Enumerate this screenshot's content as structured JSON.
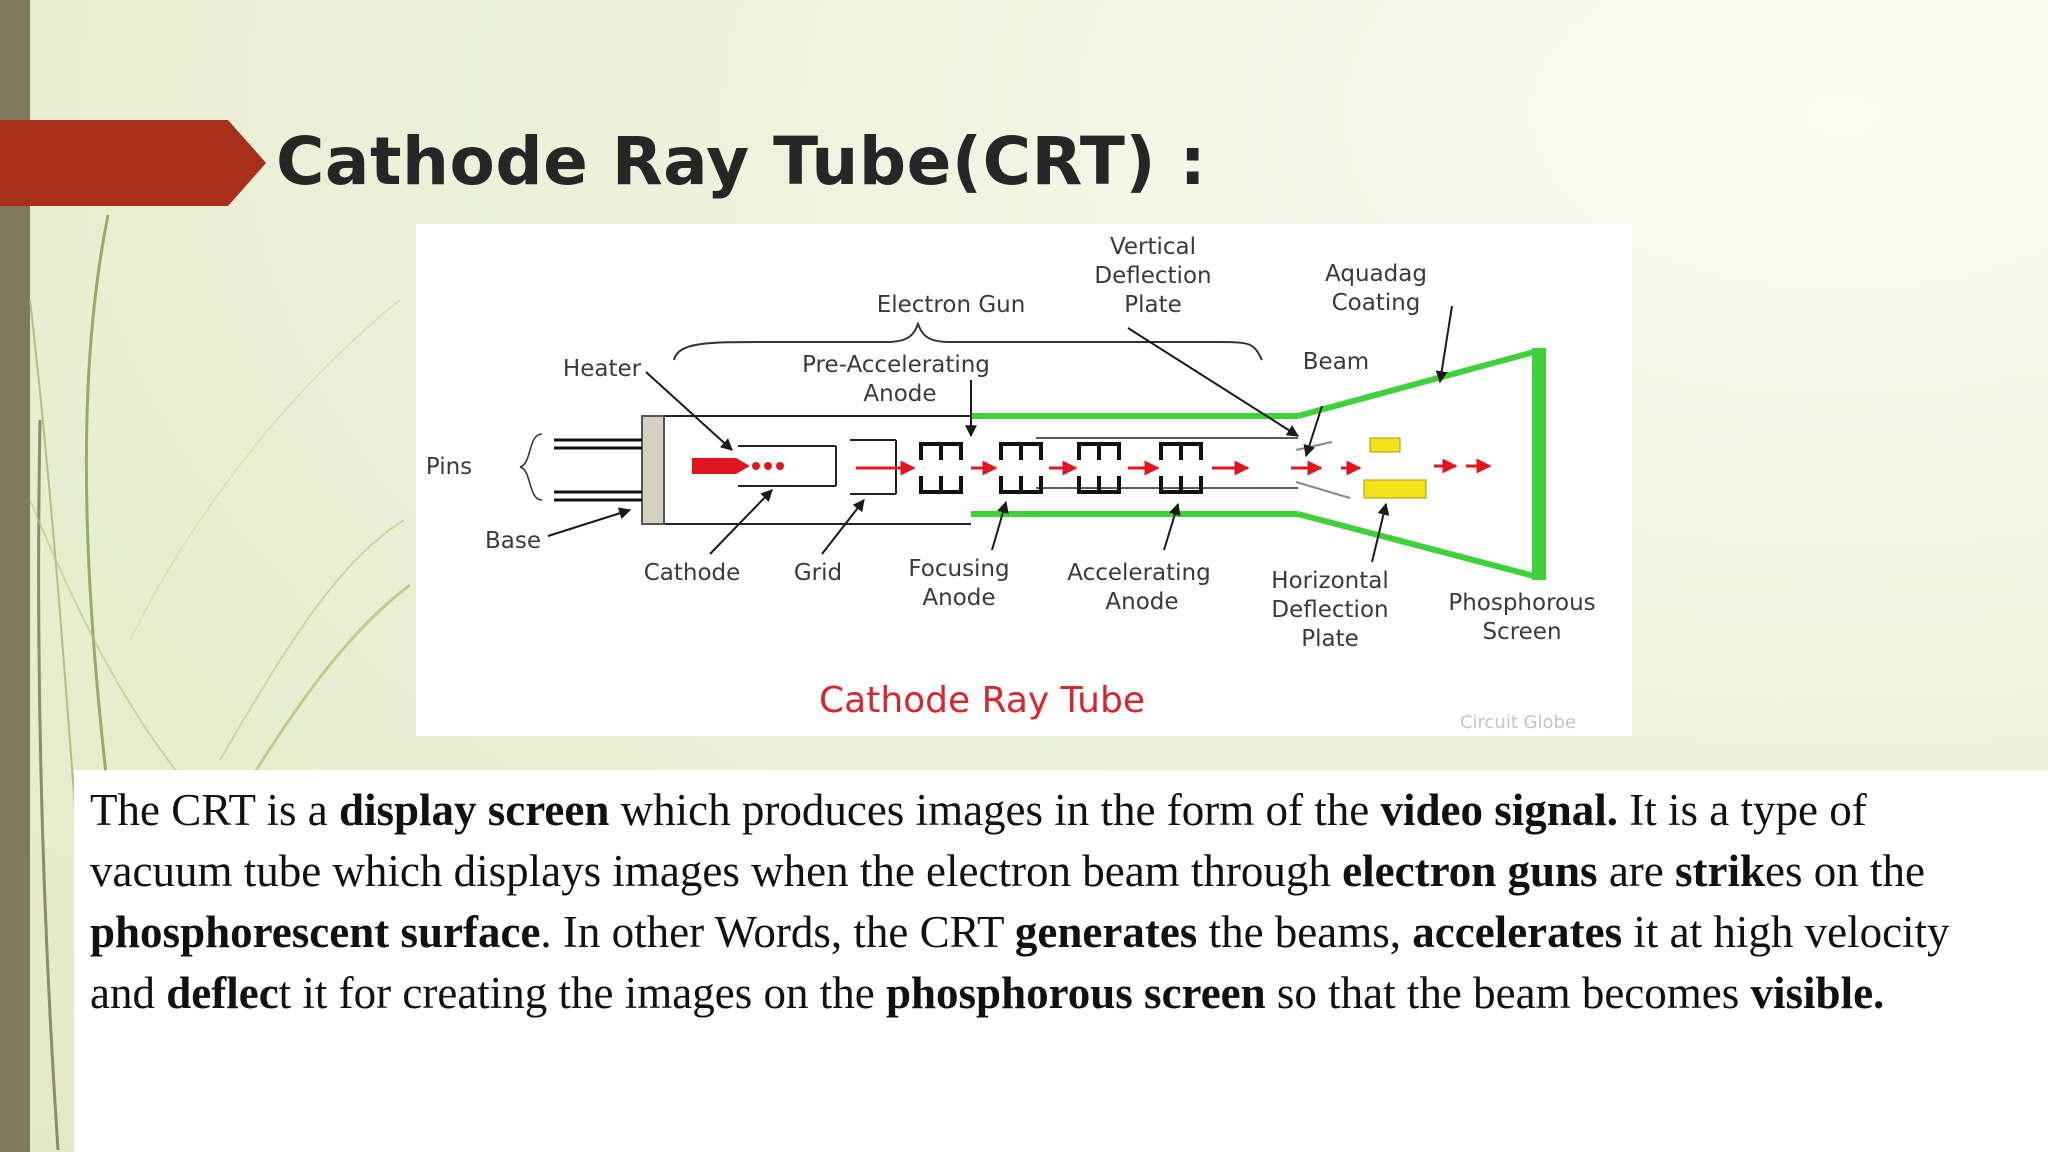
{
  "slide": {
    "title": "Cathode Ray Tube(CRT) :"
  },
  "diagram": {
    "labels": {
      "vertical_deflection_1": "Vertical",
      "vertical_deflection_2": "Deflection",
      "vertical_deflection_3": "Plate",
      "aquadag_1": "Aquadag",
      "aquadag_2": "Coating",
      "electron_gun": "Electron Gun",
      "heater": "Heater",
      "pre_acc_1": "Pre-Accelerating",
      "pre_acc_2": "Anode",
      "beam": "Beam",
      "pins": "Pins",
      "base": "Base",
      "cathode": "Cathode",
      "grid": "Grid",
      "focusing_1": "Focusing",
      "focusing_2": "Anode",
      "accelerating_1": "Accelerating",
      "accelerating_2": "Anode",
      "horizontal_1": "Horizontal",
      "horizontal_2": "Deflection",
      "horizontal_3": "Plate",
      "phosphorous_1": "Phosphorous",
      "phosphorous_2": "Screen"
    },
    "caption": "Cathode Ray Tube",
    "watermark": "Circuit Globe",
    "colors": {
      "beam": "#e0161e",
      "screen": "#3fd13a",
      "plates": "#f2e21b",
      "base": "#d6d1bf",
      "caption": "#d9252c"
    }
  },
  "body": {
    "s1": "The CRT is a ",
    "b1": "display screen",
    "s2": " which produces images in the form of the ",
    "b2": "video signal.",
    "s3": " It is a type of vacuum tube which displays images when the electron beam through ",
    "b3": "electron guns",
    "s4": " are ",
    "b4": "strik",
    "s5": "es on the ",
    "b5": "phosphorescent surface",
    "s6": ". In other Words, the CRT ",
    "b6": "generates",
    "s7": " the beams, ",
    "b7": "accelerates",
    "s8": " it at high velocity and ",
    "b8": "deflec",
    "s9": "t it for creating the images on the ",
    "b9": "phosphorous screen",
    "s10": " so that the beam becomes ",
    "b10": "visible."
  },
  "theme": {
    "accent": "#a8301a",
    "sidebar": "#7f7a5e"
  }
}
